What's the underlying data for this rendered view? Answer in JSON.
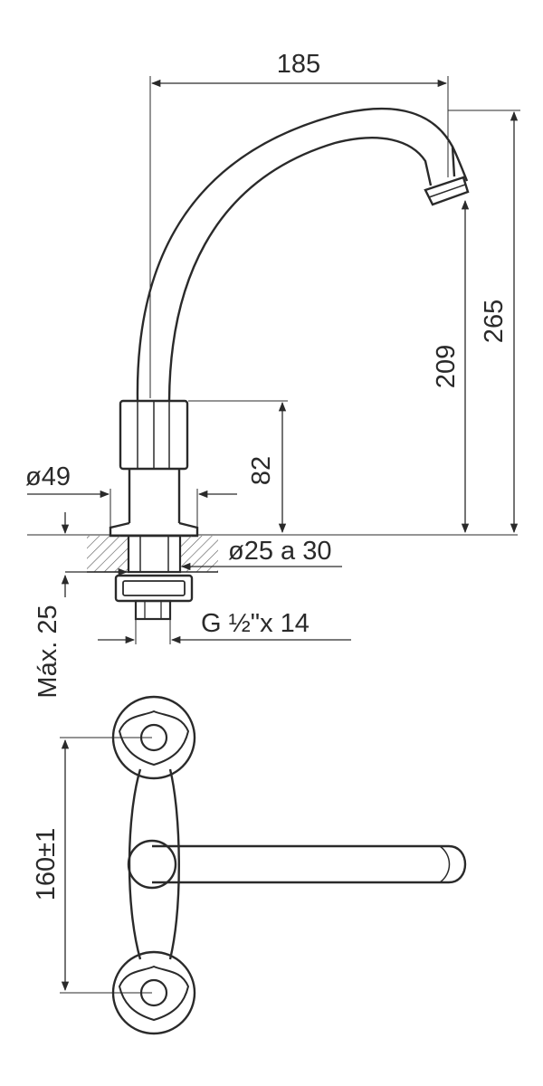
{
  "dimensions": {
    "width_185": "185",
    "height_265": "265",
    "height_209": "209",
    "height_82": "82",
    "diameter_49": "ø49",
    "hole_range": "ø25 a 30",
    "max_25": "Máx. 25",
    "thread": "G ½\"x 14",
    "spacing": "160±1"
  },
  "colors": {
    "ink": "#2a2a2a",
    "hatch": "#555555",
    "background": "#ffffff"
  }
}
